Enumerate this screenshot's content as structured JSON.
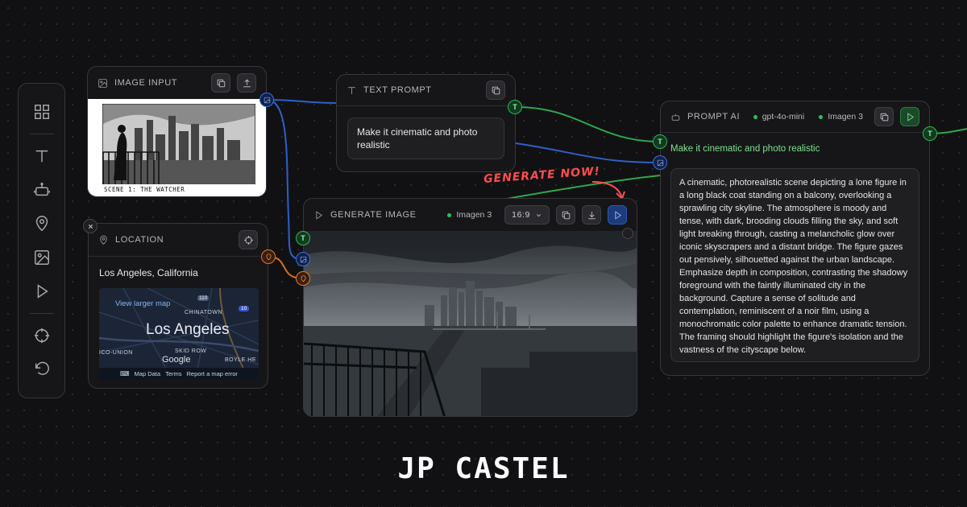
{
  "toolbar": {
    "items": [
      {
        "icon": "grid-icon"
      },
      {
        "icon": "text-icon"
      },
      {
        "icon": "robot-icon"
      },
      {
        "icon": "location-pin-icon"
      },
      {
        "icon": "image-icon"
      },
      {
        "icon": "play-icon"
      },
      {
        "icon": "crosshair-icon"
      },
      {
        "icon": "undo-icon"
      }
    ]
  },
  "image_input": {
    "title": "IMAGE INPUT",
    "caption": "SCENE 1: THE WATCHER"
  },
  "text_prompt": {
    "title": "TEXT PROMPT",
    "value": "Make it cinematic and photo realistic"
  },
  "location": {
    "title": "LOCATION",
    "value": "Los Angeles, California",
    "map": {
      "link": "View larger map",
      "city": "Los Angeles",
      "labels": [
        "CHINATOWN",
        "SKID ROW",
        "ICO-UNION",
        "BOYLE HE"
      ],
      "route_110": "110",
      "route_10": "10",
      "google": "Google",
      "footer": [
        "Map Data",
        "Terms",
        "Report a map error"
      ]
    }
  },
  "generate_image": {
    "title": "GENERATE IMAGE",
    "model": "Imagen 3",
    "aspect": "16:9"
  },
  "prompt_ai": {
    "title": "PROMPT AI",
    "model_text": "gpt-4o-mini",
    "model_image": "Imagen 3",
    "input": "Make it cinematic and photo realistic",
    "output": "A cinematic, photorealistic scene depicting a lone figure in a long black coat standing on a balcony, overlooking a sprawling city skyline. The atmosphere is moody and tense, with dark, brooding clouds filling the sky, and soft light breaking through, casting a melancholic glow over iconic skyscrapers and a distant bridge. The figure gazes out pensively, silhouetted against the urban landscape. Emphasize depth in composition, contrasting the shadowy foreground with the faintly illuminated city in the background. Capture a sense of solitude and contemplation, reminiscent of a noir film, using a monochromatic color palette to enhance dramatic tension. The framing should highlight the figure's isolation and the vastness of the cityscape below."
  },
  "annotation": "GENERATE NOW!",
  "brand": "JP CASTEL",
  "ports": {
    "text": "T"
  },
  "colors": {
    "background": "#111113",
    "node": "#161618",
    "wire_blue": "#2f5fc9",
    "wire_green": "#2fa84f",
    "wire_orange": "#d8701f",
    "annotation": "#ff4d4f",
    "accent_green_text": "#7ee08f"
  }
}
